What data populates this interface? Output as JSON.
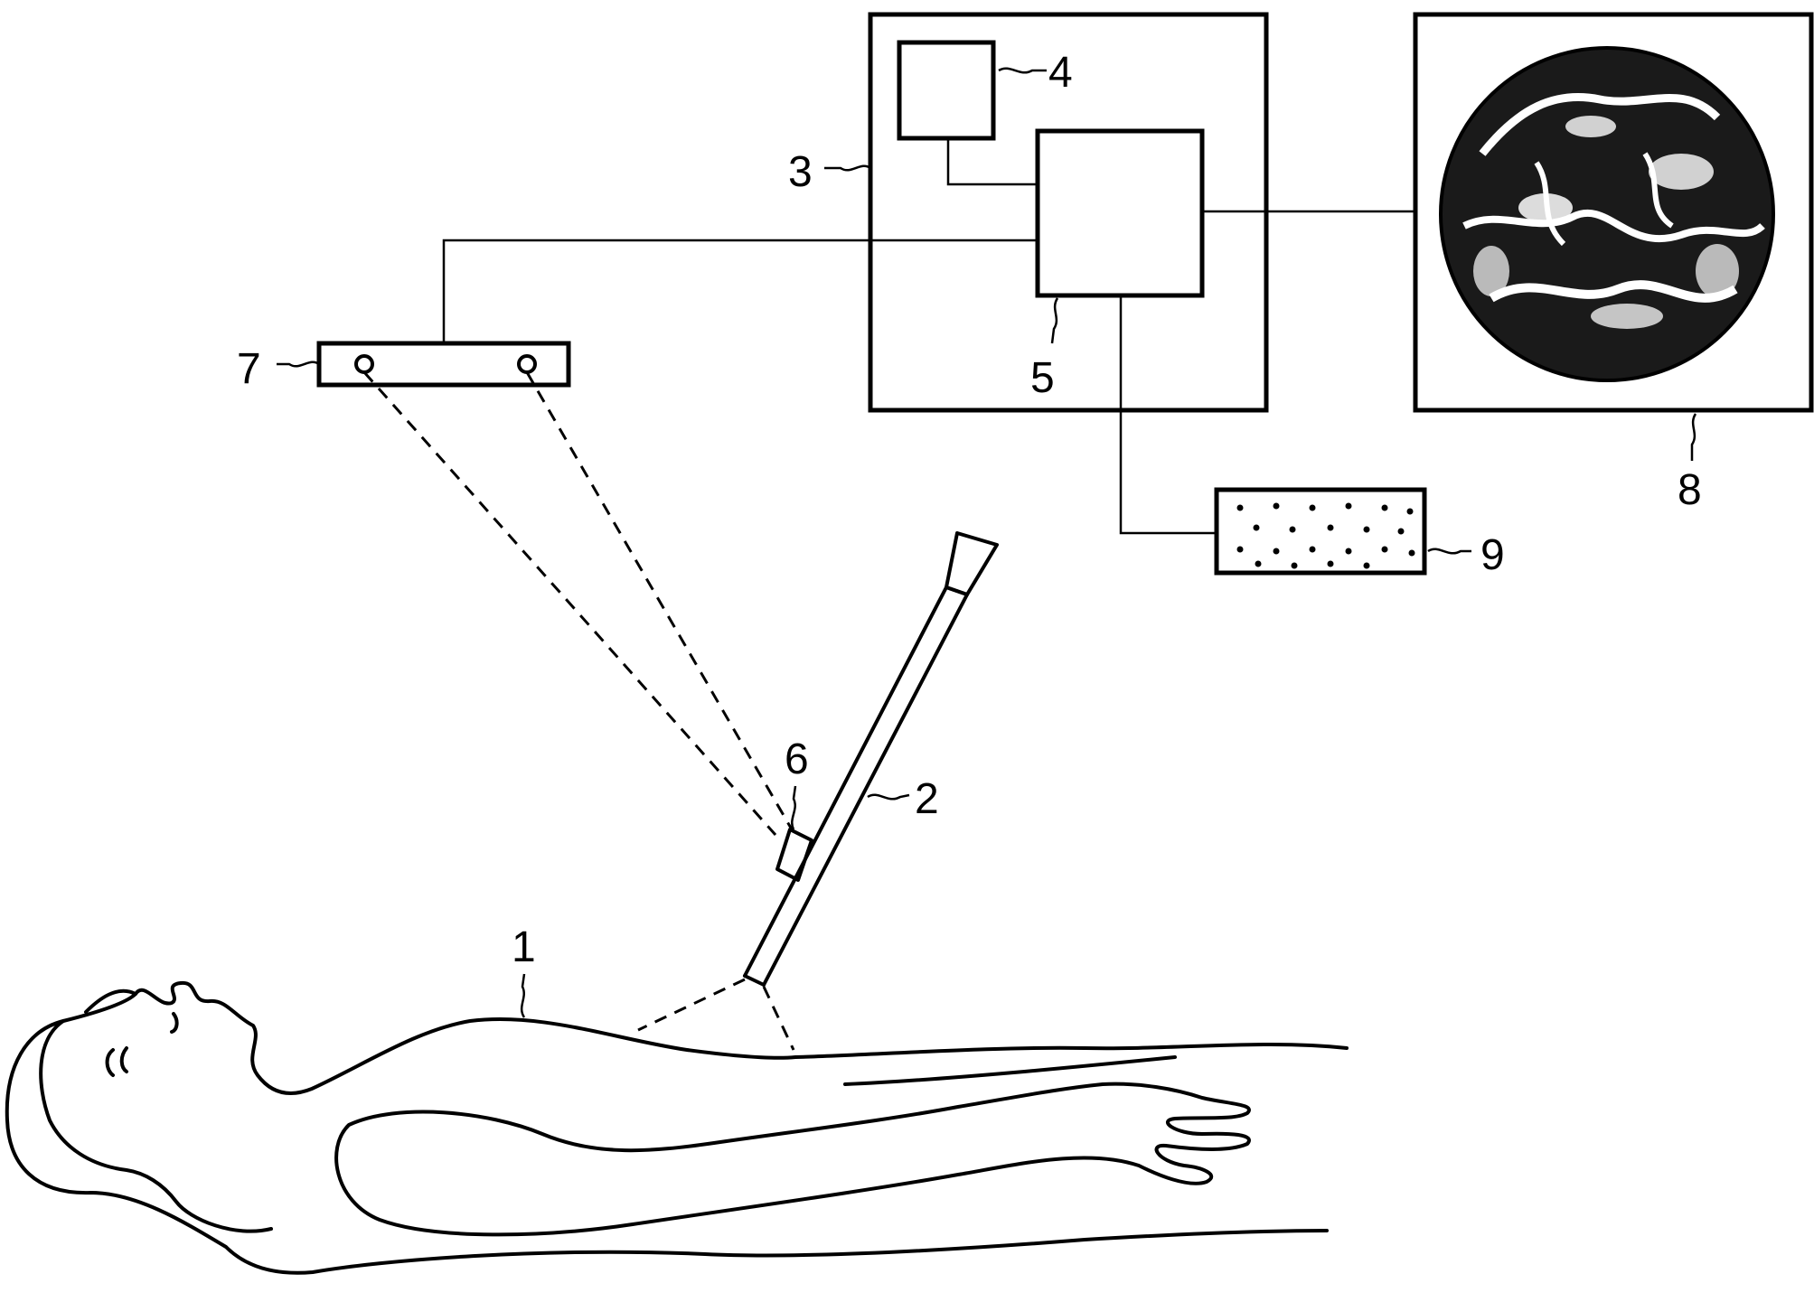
{
  "labels": {
    "patient": "1",
    "endoscope": "2",
    "control_unit": "3",
    "unit_4": "4",
    "unit_5": "5",
    "marker": "6",
    "tracking_camera": "7",
    "monitor": "8",
    "unit_9": "9"
  }
}
